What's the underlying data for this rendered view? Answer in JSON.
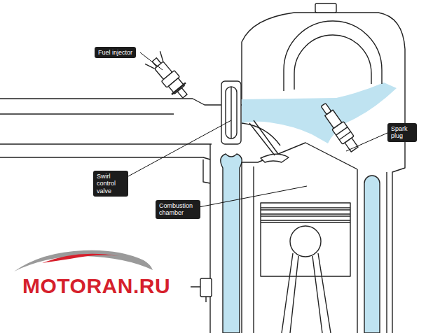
{
  "diagram": {
    "nodes": [
      {
        "text": [
          "Fuel injector"
        ]
      },
      {
        "text": [
          "Spark plug"
        ]
      },
      {
        "text": [
          "Swirl control valve"
        ]
      },
      {
        "text": [
          "Combustion chamber"
        ]
      }
    ],
    "labels": [
      "MOTORAN.RU"
    ]
  }
}
